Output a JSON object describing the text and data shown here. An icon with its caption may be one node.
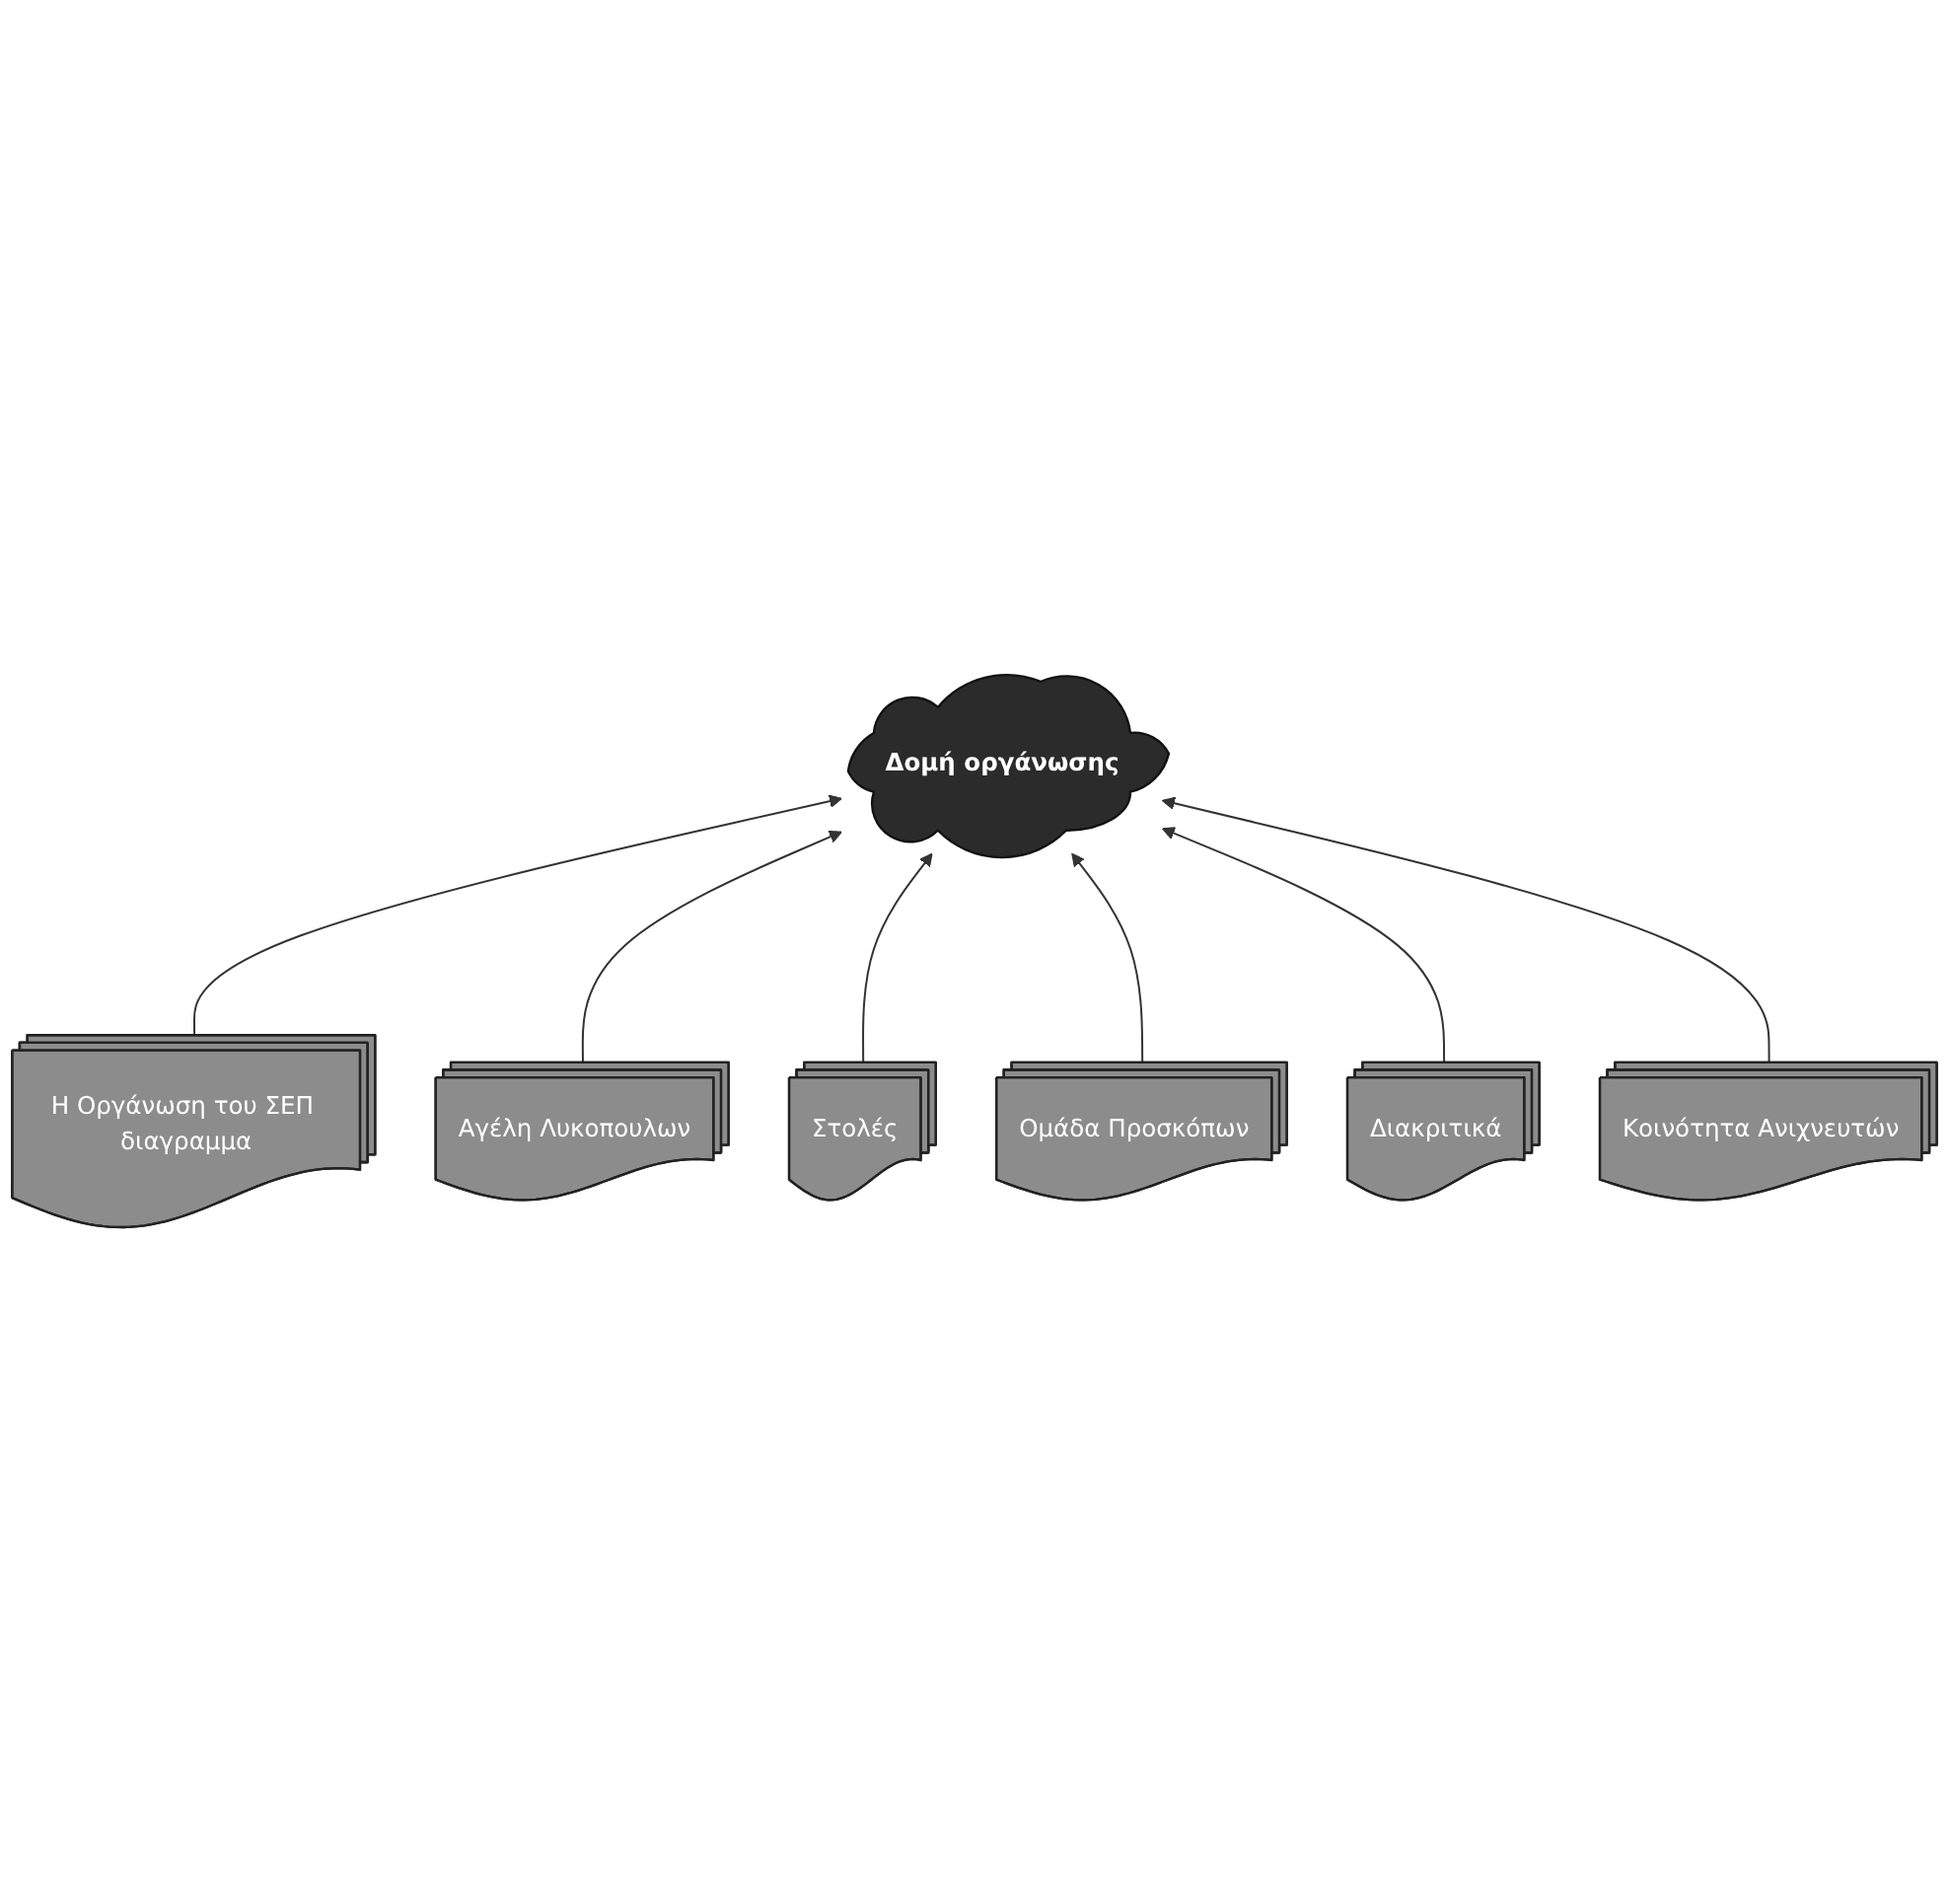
{
  "diagram": {
    "nodes": [
      {
        "text": [
          "Η Οργάνωση του ΣΕΠ διαγραμμα"
        ]
      },
      {
        "text": [
          "Δομή οργάνωσης"
        ]
      },
      {
        "text": [
          "Αγέλη Λυκοπουλων"
        ]
      },
      {
        "text": [
          "Ομάδα Προσκόπων"
        ]
      },
      {
        "text": [
          "Κοινότητα Ανιχνευτών"
        ]
      },
      {
        "text": [
          "Στολές"
        ]
      },
      {
        "text": [
          "Διακριτικά"
        ]
      }
    ],
    "edges": [
      {
        "from": 0,
        "to": 1,
        "arrow": "to"
      },
      {
        "from": 2,
        "to": 1,
        "arrow": "to"
      },
      {
        "from": 5,
        "to": 1,
        "arrow": "to"
      },
      {
        "from": 3,
        "to": 1,
        "arrow": "to"
      },
      {
        "from": 6,
        "to": 1,
        "arrow": "to"
      },
      {
        "from": 4,
        "to": 1,
        "arrow": "to"
      }
    ]
  }
}
